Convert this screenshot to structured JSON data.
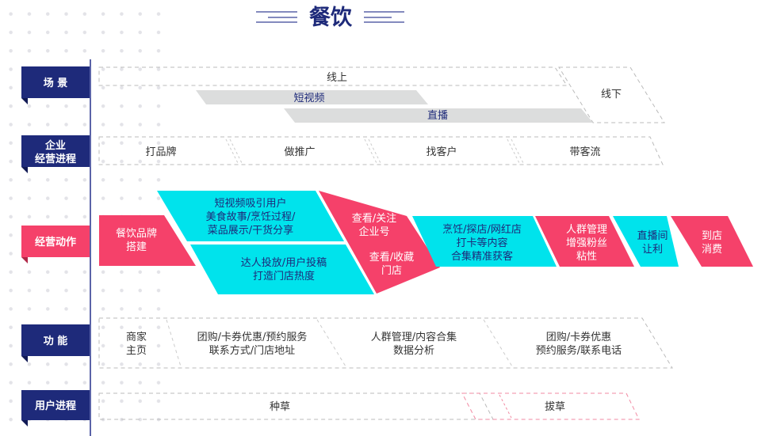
{
  "title": "餐饮",
  "colors": {
    "navy": "#1e2a7a",
    "pink": "#f5416a",
    "cyan": "#00e3ec",
    "gray": "#dcdcdc"
  },
  "rows": {
    "scene": "场 景",
    "progress_l1": "企业",
    "progress_l2": "经营进程",
    "actions": "经营动作",
    "functions": "功 能",
    "user": "用户进程"
  },
  "scene": {
    "online": "线上",
    "offline": "线下",
    "short_video": "短视频",
    "live": "直播"
  },
  "progress": [
    "打品牌",
    "做推广",
    "找客户",
    "带客流"
  ],
  "actions": {
    "brand": [
      "餐饮品牌",
      "搭建"
    ],
    "short_video": [
      "短视频吸引用户",
      "美食故事/烹饪过程/",
      "菜品展示/干货分享"
    ],
    "influencer": [
      "达人投放/用户投稿",
      "打造门店热度"
    ],
    "follow": [
      "查看/关注",
      "企业号"
    ],
    "collect": [
      "查看/收藏",
      "门店"
    ],
    "content": [
      "烹饪/探店/网红店",
      "打卡等内容",
      "合集精准获客"
    ],
    "community": [
      "人群管理",
      "增强粉丝",
      "粘性"
    ],
    "live": [
      "直播间",
      "让利"
    ],
    "visit": [
      "到店",
      "消费"
    ]
  },
  "functions": [
    [
      "商家",
      "主页"
    ],
    [
      "团购/卡券优惠/预约服务",
      "联系方式/门店地址"
    ],
    [
      "人群管理/内容合集",
      "数据分析"
    ],
    [
      "团购/卡券优惠",
      "预约服务/联系电话"
    ]
  ],
  "user": {
    "seed": "种草",
    "buy": "拔草"
  }
}
